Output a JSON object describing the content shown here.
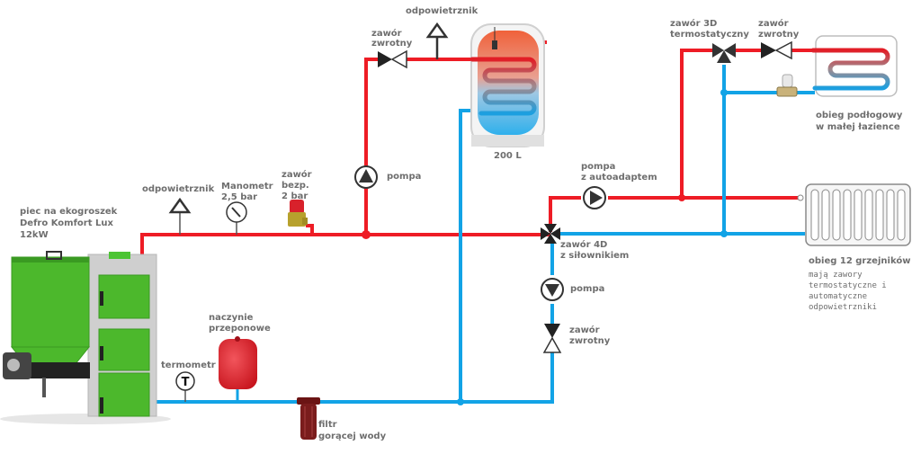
{
  "colors": {
    "supply": "#ee1c25",
    "return": "#12a3e6",
    "label": "#6e6e6e",
    "boiler_green": "#5cc12f",
    "boiler_gray": "#c9c9c9"
  },
  "labels": {
    "boiler": [
      "piec na ekogroszek",
      "Defro Komfort Lux",
      "12kW"
    ],
    "vent_main": "odpowietrznik",
    "manometer": [
      "Manometr",
      "2,5 bar"
    ],
    "safety_valve": [
      "zawór",
      "bezp.",
      "2 bar"
    ],
    "pump_tank": "pompa",
    "check_valve_tank": [
      "zawór",
      "zwrotny"
    ],
    "vent_tank": "odpowietrznik",
    "tank": "200 L",
    "valve_3d": [
      "zawór 3D",
      "termostatyczny"
    ],
    "check_valve_floor": [
      "zawór",
      "zwrotny"
    ],
    "floor_circuit": [
      "obieg podłogowy",
      "w małej łazience"
    ],
    "pump_auto": [
      "pompa",
      "z autoadaptem"
    ],
    "valve_4d": [
      "zawór 4D",
      "z siłownikiem"
    ],
    "radiator_circuit": "obieg 12 grzejników",
    "radiator_note": [
      "mają zawory",
      "termostatyczne i",
      "automatyczne",
      "odpowietrzniki"
    ],
    "pump_return": "pompa",
    "check_valve_return": [
      "zawór",
      "zwrotny"
    ],
    "expansion_vessel": [
      "naczynie",
      "przeponowe"
    ],
    "thermometer": "termometr",
    "thermometer_symbol": "T",
    "filter": [
      "filtr",
      "gorącej wody"
    ]
  }
}
